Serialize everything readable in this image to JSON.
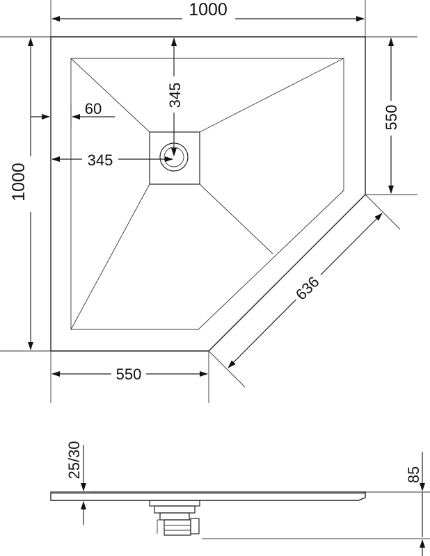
{
  "plan_view": {
    "overall_width": "1000",
    "overall_depth": "1000",
    "side_depth": "550",
    "front_width": "550",
    "diagonal": "636",
    "drain_offset_y": "345",
    "drain_offset_x": "345",
    "rim_width": "60"
  },
  "section_view": {
    "tray_thickness": "25/30",
    "total_height": "85"
  }
}
